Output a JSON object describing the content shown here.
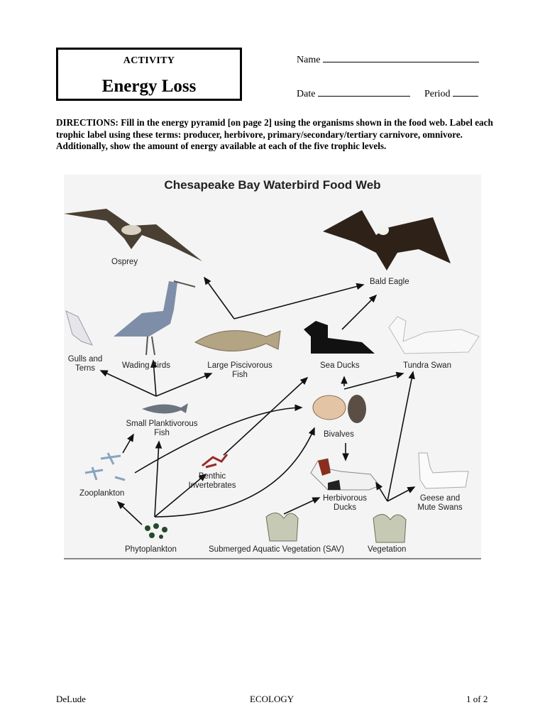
{
  "header": {
    "activity": "ACTIVITY",
    "title": "Energy Loss",
    "name_label": "Name",
    "date_label": "Date",
    "period_label": "Period"
  },
  "directions": "DIRECTIONS: Fill in the energy pyramid [on page 2] using the organisms shown in the food web. Label each trophic label using these terms: producer, herbivore, primary/secondary/tertiary carnivore, omnivore. Additionally, show the amount of energy available at each of the five trophic levels.",
  "food_web": {
    "title": "Chesapeake Bay Waterbird Food Web",
    "labels": {
      "osprey": "Osprey",
      "bald_eagle": "Bald Eagle",
      "gulls": "Gulls and Terns",
      "wading": "Wading Birds",
      "large_fish": "Large Piscivorous Fish",
      "sea_ducks": "Sea Ducks",
      "tundra_swan": "Tundra Swan",
      "small_fish": "Small Planktivorous Fish",
      "bivalves": "Bivalves",
      "zooplankton": "Zooplankton",
      "benthic": "Benthic Invertebrates",
      "herb_ducks": "Herbivorous Ducks",
      "geese": "Geese and Mute Swans",
      "phyto": "Phytoplankton",
      "sav": "Submerged Aquatic Vegetation (SAV)",
      "vegetation": "Vegetation"
    }
  },
  "footer": {
    "left": "DeLude",
    "center": "ECOLOGY",
    "right": "1 of 2"
  },
  "colors": {
    "border": "#000000",
    "arrow": "#111111",
    "panel": "#f4f4f4"
  }
}
